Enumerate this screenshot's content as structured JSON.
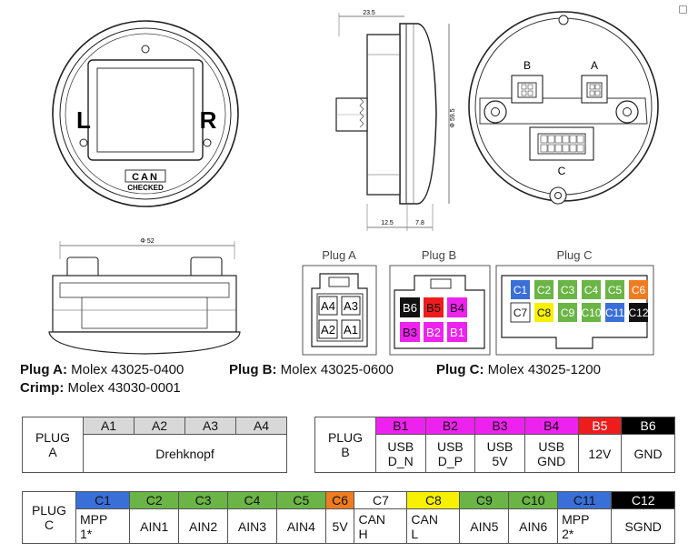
{
  "top_dims": {
    "width_label": "23.5",
    "diameter_label": "Φ 59.5",
    "depth1": "12.5",
    "depth2": "7.8"
  },
  "front": {
    "left_letter": "L",
    "right_letter": "R",
    "badge_top": "CAN",
    "badge_bottom": "CHECKED"
  },
  "rear": {
    "label_b": "B",
    "label_a": "A",
    "label_c": "C"
  },
  "bottom_dims": {
    "diameter_label": "Φ 52"
  },
  "plug_a": {
    "title": "Plug A",
    "pins": [
      "A4",
      "A3",
      "A2",
      "A1"
    ]
  },
  "plug_b": {
    "title": "Plug B",
    "pins": [
      "B6",
      "B5",
      "B4",
      "B3",
      "B2",
      "B1"
    ]
  },
  "plug_c": {
    "title": "Plug C",
    "pins": [
      "C1",
      "C2",
      "C3",
      "C4",
      "C5",
      "C6",
      "C7",
      "C8",
      "C9",
      "C10",
      "C11",
      "C12"
    ]
  },
  "captions": {
    "a_label": "Plug A:",
    "a_value": "Molex 43025-0400",
    "b_label": "Plug B:",
    "b_value": "Molex 43025-0600",
    "c_label": "Plug C:",
    "c_value": "Molex 43025-1200",
    "crimp_label": "Crimp:",
    "crimp_value": "Molex 43030-0001"
  },
  "colors": {
    "c_blue": "#3a6fd8",
    "c_green": "#6ab545",
    "c_orange": "#f07c20",
    "c_yellow": "#f7f000",
    "b_magenta": "#ee22ee",
    "b_red": "#ee1c1c",
    "black": "#000000"
  },
  "table_a": {
    "label_1": "PLUG",
    "label_2": "A",
    "pins": [
      "A1",
      "A2",
      "A3",
      "A4"
    ],
    "function": "Drehknopf"
  },
  "table_b": {
    "label_1": "PLUG",
    "label_2": "B",
    "pins": [
      "B1",
      "B2",
      "B3",
      "B4",
      "B5",
      "B6"
    ],
    "f1": [
      "USB",
      "USB",
      "USB",
      "USB",
      "12V",
      "GND"
    ],
    "f2": [
      "D_N",
      "D_P",
      "5V",
      "GND",
      "",
      ""
    ]
  },
  "table_c": {
    "label_1": "PLUG",
    "label_2": "C",
    "pins": [
      "C1",
      "C2",
      "C3",
      "C4",
      "C5",
      "C6",
      "C7",
      "C8",
      "C9",
      "C10",
      "C11",
      "C12"
    ],
    "f1": [
      "MPP",
      "AIN1",
      "AIN2",
      "AIN3",
      "AIN4",
      "5V",
      "CAN",
      "CAN",
      "AIN5",
      "AIN6",
      "MPP",
      "SGND"
    ],
    "f2": [
      "1*",
      "",
      "",
      "",
      "",
      "",
      "H",
      "L",
      "",
      "",
      "2*",
      ""
    ]
  }
}
